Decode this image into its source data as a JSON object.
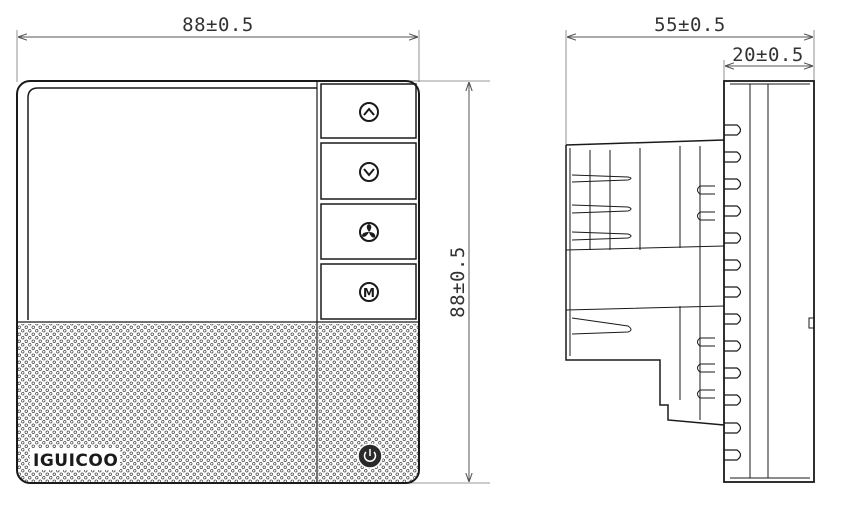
{
  "front_view": {
    "width_dimension": "88±0.5",
    "height_dimension": "88±0.5",
    "brand_logo": "IGUICOO",
    "buttons": [
      {
        "name": "up-button",
        "icon": "chevron-up-icon"
      },
      {
        "name": "down-button",
        "icon": "chevron-down-icon"
      },
      {
        "name": "fan-button",
        "icon": "fan-icon"
      },
      {
        "name": "mode-button",
        "icon": "mode-icon",
        "glyph": "M"
      }
    ],
    "power_button": {
      "icon": "power-icon"
    }
  },
  "side_view": {
    "depth_dimension": "55±0.5",
    "panel_dimension": "20±0.5"
  },
  "colors": {
    "line": "#1a1a1a",
    "dimension_line": "#555555"
  }
}
